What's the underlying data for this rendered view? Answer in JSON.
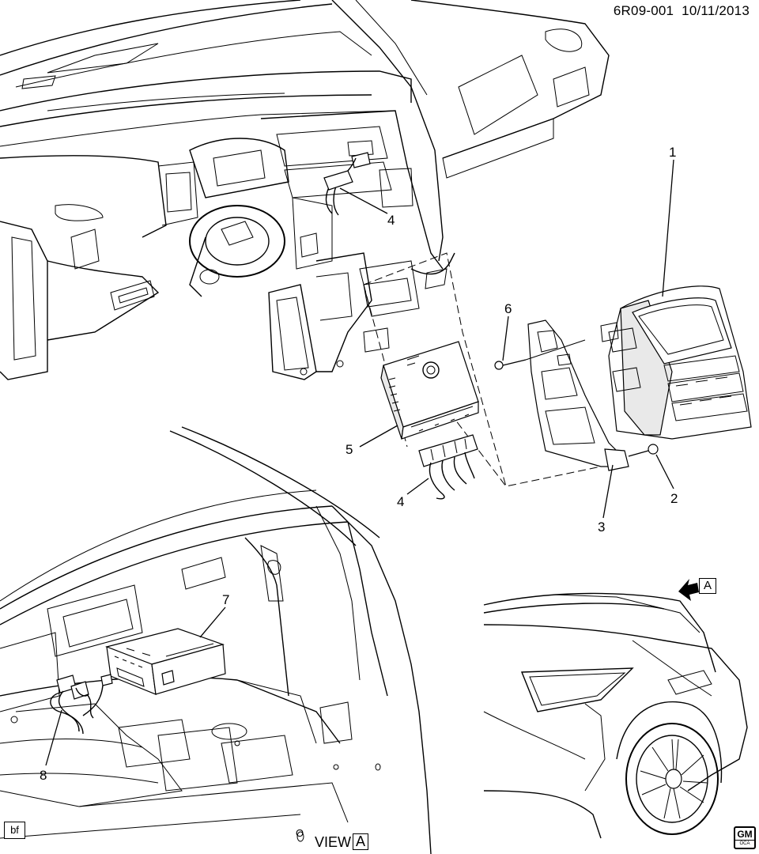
{
  "header": {
    "diagram_id": "6R09-001",
    "date": "10/11/2013"
  },
  "callouts": [
    {
      "id": "c1",
      "label": "1"
    },
    {
      "id": "c2",
      "label": "2"
    },
    {
      "id": "c3",
      "label": "3"
    },
    {
      "id": "c4a",
      "label": "4"
    },
    {
      "id": "c4b",
      "label": "4"
    },
    {
      "id": "c5",
      "label": "5"
    },
    {
      "id": "c6",
      "label": "6"
    },
    {
      "id": "c7",
      "label": "7"
    },
    {
      "id": "c8",
      "label": "8"
    }
  ],
  "view_marker": "A",
  "view_label": {
    "prefix": "VIEW",
    "letter": "A"
  },
  "small_mark": "O",
  "corner_tag": "bf",
  "logo": {
    "main": "GM",
    "sub": "OCA"
  }
}
